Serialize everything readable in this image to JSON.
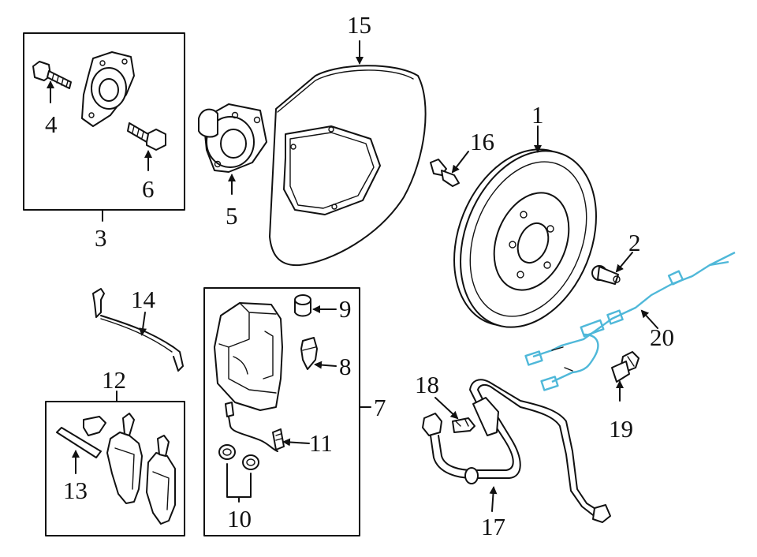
{
  "callouts": {
    "c1": "1",
    "c2": "2",
    "c3": "3",
    "c4": "4",
    "c5": "5",
    "c6": "6",
    "c7": "7",
    "c8": "8",
    "c9": "9",
    "c10": "10",
    "c11": "11",
    "c12": "12",
    "c13": "13",
    "c14": "14",
    "c15": "15",
    "c16": "16",
    "c17": "17",
    "c18": "18",
    "c19": "19",
    "c20": "20"
  },
  "colors": {
    "line": "#111111",
    "highlight": "#4fb8d9",
    "background": "#ffffff"
  }
}
